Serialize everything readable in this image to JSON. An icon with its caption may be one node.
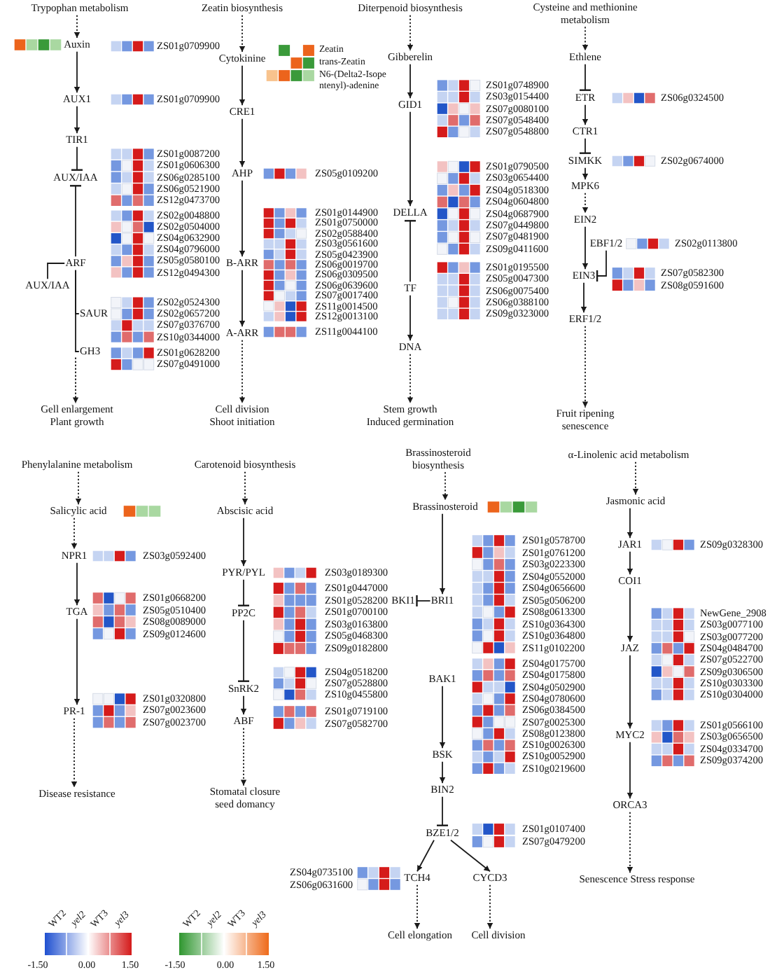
{
  "diagram": {
    "nodes": [
      {
        "text": [
          "Trypophan metabolism"
        ]
      },
      {
        "text": [
          "Auxin"
        ]
      },
      {
        "text": [
          "AUX1"
        ]
      },
      {
        "text": [
          "TIR1"
        ]
      },
      {
        "text": [
          "AUX/IAA"
        ],
        "beside": [
          "ZS01g0087200",
          "ZS01g0606300",
          "ZS06g0285100",
          "ZS06g0521900",
          "ZS12g0473700"
        ]
      },
      {
        "text": [
          "ARF"
        ],
        "beside": [
          "ZS02g0048800",
          "ZS02g0504000",
          "ZS04g0632900",
          "ZS04g0796000",
          "ZS05g0580100",
          "ZS12g0494300"
        ]
      },
      {
        "text": [
          "AUX/IAA"
        ]
      },
      {
        "text": [
          "SAUR"
        ],
        "beside": [
          "ZS02g0524300",
          "ZS02g0657200",
          "ZS07g0376700",
          "ZS10g0344000"
        ]
      },
      {
        "text": [
          "GH3"
        ],
        "beside": [
          "ZS01g0628200",
          "ZS07g0491000"
        ]
      },
      {
        "text": [
          "Gell enlargement Plant growth"
        ]
      },
      {
        "text": [
          "Zeatin biosynthesis"
        ]
      },
      {
        "text": [
          "Cytokinine"
        ],
        "beside": [
          "Zeatin",
          "trans-Zeatin",
          "N6-(Delta2-Isope ntenyl)-adenine"
        ]
      },
      {
        "text": [
          "CRE1"
        ]
      },
      {
        "text": [
          "AHP"
        ]
      },
      {
        "text": [
          "B-ARR"
        ],
        "beside": [
          "ZS01g0144900",
          "ZS01g0750000",
          "ZS02g0588400",
          "ZS03g0561600",
          "ZS05g0423900",
          "ZS06g0019700",
          "ZS06g0309500",
          "ZS06g0639600",
          "ZS07g0017400",
          "ZS11g0014500",
          "ZS12g0013100"
        ]
      },
      {
        "text": [
          "A-ARR"
        ]
      },
      {
        "text": [
          "Cell division Shoot initiation"
        ]
      },
      {
        "text": [
          "Diterpenoid biosynthesis"
        ]
      },
      {
        "text": [
          "Gibberelin"
        ]
      },
      {
        "text": [
          "GID1"
        ],
        "beside": [
          "ZS01g0748900",
          "ZS03g0154400",
          "ZS07g0080100",
          "ZS07g0548400",
          "ZS07g0548800"
        ]
      },
      {
        "text": [
          "DELLA"
        ],
        "beside": [
          "ZS01g0790500",
          "ZS03g0654400",
          "ZS04g0518300",
          "ZS04g0604800",
          "ZS04g0687900",
          "ZS07g0449800",
          "ZS07g0481900",
          "ZS09g0411600"
        ]
      },
      {
        "text": [
          "TF"
        ],
        "beside": [
          "ZS01g0195500",
          "ZS05g0047300",
          "ZS06g0075400",
          "ZS06g0388100",
          "ZS09g0323000"
        ]
      },
      {
        "text": [
          "DNA"
        ]
      },
      {
        "text": [
          "Stem growth Induced germination"
        ]
      },
      {
        "text": [
          "Cysteine and methionine metabolism"
        ]
      },
      {
        "text": [
          "Ethlene"
        ]
      },
      {
        "text": [
          "ETR"
        ]
      },
      {
        "text": [
          "CTR1"
        ]
      },
      {
        "text": [
          "SIMKK"
        ]
      },
      {
        "text": [
          "MPK6"
        ]
      },
      {
        "text": [
          "EIN2"
        ]
      },
      {
        "text": [
          "EBF1/2"
        ]
      },
      {
        "text": [
          "EIN3"
        ],
        "beside": [
          "ZS07g0582300",
          "ZS08g0591600"
        ]
      },
      {
        "text": [
          "ERF1/2"
        ]
      },
      {
        "text": [
          "Fruit ripening senescence"
        ]
      },
      {
        "text": [
          "Phenylalanine metabolism"
        ]
      },
      {
        "text": [
          "Salicylic acid"
        ]
      },
      {
        "text": [
          "NPR1"
        ]
      },
      {
        "text": [
          "TGA"
        ],
        "beside": [
          "ZS01g0668200",
          "ZS05g0510400",
          "ZS08g0089000",
          "ZS09g0124600"
        ]
      },
      {
        "text": [
          "PR-1"
        ],
        "beside": [
          "ZS01g0320800",
          "ZS07g0023600",
          "ZS07g0023700"
        ]
      },
      {
        "text": [
          "Disease resistance"
        ]
      },
      {
        "text": [
          "Carotenoid biosynthesis"
        ]
      },
      {
        "text": [
          "Abscisic acid"
        ]
      },
      {
        "text": [
          "PYR/PYL"
        ]
      },
      {
        "text": [
          "PP2C"
        ],
        "beside": [
          "ZS01g0447000",
          "ZS01g0528200",
          "ZS01g0700100",
          "ZS03g0163800",
          "ZS05g0468300",
          "ZS09g0182800"
        ]
      },
      {
        "text": [
          "SnRK2"
        ],
        "beside": [
          "ZS04g0518200",
          "ZS07g0528800",
          "ZS10g0455800"
        ]
      },
      {
        "text": [
          "ABF"
        ],
        "beside": [
          "ZS01g0719100",
          "ZS07g0582700"
        ]
      },
      {
        "text": [
          "Stomatal closure seed domancy"
        ]
      },
      {
        "text": [
          "Brassinosteroid biosynthesis"
        ]
      },
      {
        "text": [
          "Brassinosteroid"
        ]
      },
      {
        "text": [
          "BKI1"
        ]
      },
      {
        "text": [
          "BRI1"
        ],
        "beside": [
          "ZS01g0578700",
          "ZS01g0761200",
          "ZS03g0223300",
          "ZS04g0552000",
          "ZS04g0656600",
          "ZS05g0506200",
          "ZS08g0613300",
          "ZS10g0364300",
          "ZS10g0364800",
          "ZS11g0102200"
        ]
      },
      {
        "text": [
          "BAK1"
        ],
        "beside": [
          "ZS04g0175700",
          "ZS04g0175800",
          "ZS04g0502900",
          "ZS04g0780600",
          "ZS06g0384500",
          "ZS07g0025300",
          "ZS08g0123800",
          "ZS10g0026300",
          "ZS10g0052900",
          "ZS10g0219600"
        ]
      },
      {
        "text": [
          "BSK"
        ]
      },
      {
        "text": [
          "BIN2"
        ]
      },
      {
        "text": [
          "BZE1/2"
        ],
        "beside": [
          "ZS01g0107400",
          "ZS07g0479200"
        ]
      },
      {
        "text": [
          "TCH4"
        ],
        "beside": [
          "ZS04g0735100",
          "ZS06g0631600"
        ]
      },
      {
        "text": [
          "CYCD3"
        ]
      },
      {
        "text": [
          "Cell elongation"
        ]
      },
      {
        "text": [
          "Cell division"
        ]
      },
      {
        "text": [
          "α-Linolenic acid metabolism"
        ]
      },
      {
        "text": [
          "Jasmonic acid"
        ]
      },
      {
        "text": [
          "JAR1"
        ]
      },
      {
        "text": [
          "COI1"
        ]
      },
      {
        "text": [
          "JAZ"
        ],
        "beside": [
          "NewGene_2908",
          "ZS03g0077100",
          "ZS03g0077200",
          "ZS04g0484700",
          "ZS07g0522700",
          "ZS09g0306500",
          "ZS10g0303300",
          "ZS10g0304000"
        ]
      },
      {
        "text": [
          "MYC2"
        ],
        "beside": [
          "ZS01g0566100",
          "ZS03g0656500",
          "ZS04g0334700",
          "ZS09g0374200"
        ]
      },
      {
        "text": [
          "ORCA3"
        ]
      },
      {
        "text": [
          "Senescence Stress response"
        ]
      }
    ],
    "edges": [
      {
        "from": 0,
        "to": 1,
        "arrow": "to",
        "style": "dashed"
      },
      {
        "from": 1,
        "to": 2,
        "arrow": "to"
      },
      {
        "from": 2,
        "to": 3,
        "arrow": "to"
      },
      {
        "from": 3,
        "to": 4,
        "arrow": "other"
      },
      {
        "from": 5,
        "to": 4,
        "arrow": "other"
      },
      {
        "from": 6,
        "to": 5,
        "arrow": "none"
      },
      {
        "from": 5,
        "to": 7,
        "arrow": "none"
      },
      {
        "from": 5,
        "to": 8,
        "arrow": "none"
      },
      {
        "from": 8,
        "to": 9,
        "arrow": "to",
        "style": "dashed"
      },
      {
        "from": 10,
        "to": 11,
        "arrow": "to",
        "style": "dashed"
      },
      {
        "from": 11,
        "to": 12,
        "arrow": "to"
      },
      {
        "from": 12,
        "to": 13,
        "arrow": "to"
      },
      {
        "from": 13,
        "to": 14,
        "arrow": "to"
      },
      {
        "from": 14,
        "to": 15,
        "arrow": "to"
      },
      {
        "from": 15,
        "to": 16,
        "arrow": "to",
        "style": "dashed"
      },
      {
        "from": 17,
        "to": 18,
        "arrow": "to",
        "style": "dashed"
      },
      {
        "from": 18,
        "to": 19,
        "arrow": "to"
      },
      {
        "from": 19,
        "to": 20,
        "arrow": "to"
      },
      {
        "from": 21,
        "to": 20,
        "arrow": "other"
      },
      {
        "from": 21,
        "to": 22,
        "arrow": "to"
      },
      {
        "from": 22,
        "to": 23,
        "arrow": "to",
        "style": "dashed"
      },
      {
        "from": 24,
        "to": 25,
        "arrow": "to",
        "style": "dashed"
      },
      {
        "from": 25,
        "to": 26,
        "arrow": "other"
      },
      {
        "from": 26,
        "to": 27,
        "arrow": "to"
      },
      {
        "from": 27,
        "to": 28,
        "arrow": "other"
      },
      {
        "from": 28,
        "to": 29,
        "arrow": "to"
      },
      {
        "from": 29,
        "to": 30,
        "arrow": "to",
        "style": "dashed"
      },
      {
        "from": 30,
        "to": 32,
        "arrow": "to"
      },
      {
        "from": 31,
        "to": 32,
        "arrow": "other"
      },
      {
        "from": 32,
        "to": 33,
        "arrow": "to"
      },
      {
        "from": 33,
        "to": 34,
        "arrow": "to",
        "style": "dashed"
      },
      {
        "from": 35,
        "to": 36,
        "arrow": "to",
        "style": "dashed"
      },
      {
        "from": 36,
        "to": 37,
        "arrow": "to",
        "style": "dashed"
      },
      {
        "from": 37,
        "to": 38,
        "arrow": "to"
      },
      {
        "from": 38,
        "to": 39,
        "arrow": "to"
      },
      {
        "from": 39,
        "to": 40,
        "arrow": "to",
        "style": "dashed"
      },
      {
        "from": 41,
        "to": 42,
        "arrow": "to",
        "style": "dashed"
      },
      {
        "from": 42,
        "to": 43,
        "arrow": "to"
      },
      {
        "from": 43,
        "to": 44,
        "arrow": "other"
      },
      {
        "from": 44,
        "to": 45,
        "arrow": "other"
      },
      {
        "from": 45,
        "to": 46,
        "arrow": "to"
      },
      {
        "from": 46,
        "to": 47,
        "arrow": "to",
        "style": "dashed"
      },
      {
        "from": 48,
        "to": 49,
        "arrow": "to",
        "style": "dashed"
      },
      {
        "from": 49,
        "to": 51,
        "arrow": "to"
      },
      {
        "from": 51,
        "to": 50,
        "arrow": "other"
      },
      {
        "from": 52,
        "to": 53,
        "arrow": "to"
      },
      {
        "from": 53,
        "to": 54,
        "arrow": "to"
      },
      {
        "from": 54,
        "to": 55,
        "arrow": "other"
      },
      {
        "from": 55,
        "to": 56,
        "arrow": "to"
      },
      {
        "from": 55,
        "to": 57,
        "arrow": "to"
      },
      {
        "from": 56,
        "to": 58,
        "arrow": "to",
        "style": "dashed"
      },
      {
        "from": 57,
        "to": 59,
        "arrow": "to",
        "style": "dashed"
      },
      {
        "from": 60,
        "to": 61,
        "arrow": "to",
        "style": "dashed"
      },
      {
        "from": 61,
        "to": 62,
        "arrow": "to"
      },
      {
        "from": 62,
        "to": 63,
        "arrow": "to"
      },
      {
        "from": 63,
        "to": 64,
        "arrow": "to"
      },
      {
        "from": 64,
        "to": 65,
        "arrow": "to"
      },
      {
        "from": 65,
        "to": 66,
        "arrow": "to"
      },
      {
        "from": 66,
        "to": 67,
        "arrow": "to",
        "style": "dashed"
      }
    ],
    "labels": [
      "ZS01g0709900",
      "ZS01g0709900",
      "ZS05g0109200",
      "ZS11g0044100",
      "ZS06g0324500",
      "ZS02g0674000",
      "ZS02g0113800",
      "ZS03g0592400",
      "ZS03g0189300",
      "ZS09g0328300",
      "WT2",
      "yel2",
      "WT3",
      "yel3",
      "WT2",
      "yel2",
      "WT3",
      "yel3",
      "-1.50",
      "0.00",
      "1.50",
      "-1.50",
      "0.00",
      "1.50"
    ]
  }
}
